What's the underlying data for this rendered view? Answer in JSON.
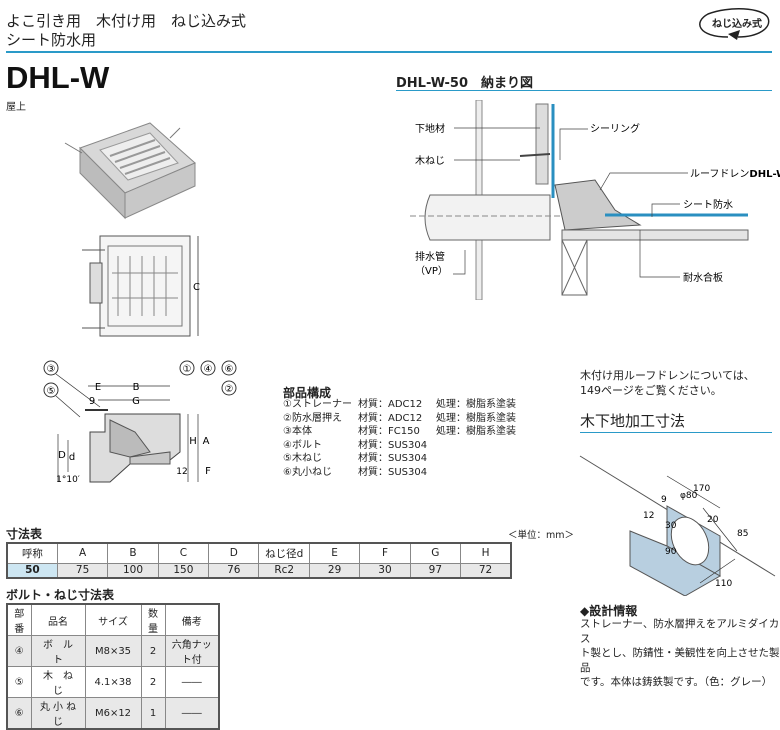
{
  "header": {
    "line1": "よこ引き用　木付け用　ねじ込み式",
    "line2": "シート防水用",
    "badge": "ねじ込み式",
    "model": "DHL-W",
    "location": "屋上"
  },
  "drawing_labels": {
    "C": "C",
    "B": "B",
    "E": "E",
    "G": "G",
    "nine": "9",
    "H": "H",
    "A": "A",
    "F": "F",
    "D": "D",
    "d": "d",
    "twelve": "12",
    "angle": "1°10′",
    "callouts": [
      "①",
      "②",
      "③",
      "④",
      "⑤",
      "⑥"
    ]
  },
  "parts": {
    "title": "部品構成",
    "items": [
      {
        "name": "①ストレーナー",
        "material": "材質：ADC12",
        "treatment": "処理：樹脂系塗装"
      },
      {
        "name": "②防水層押え",
        "material": "材質：ADC12",
        "treatment": "処理：樹脂系塗装"
      },
      {
        "name": "③本体",
        "material": "材質：FC150",
        "treatment": "処理：樹脂系塗装"
      },
      {
        "name": "④ボルト",
        "material": "材質：SUS304",
        "treatment": ""
      },
      {
        "name": "⑤木ねじ",
        "material": "材質：SUS304",
        "treatment": ""
      },
      {
        "name": "⑥丸小ねじ",
        "material": "材質：SUS304",
        "treatment": ""
      }
    ]
  },
  "installation": {
    "title": "DHL-W-50　納まり図",
    "labels": {
      "substrate": "下地材",
      "wood_screw": "木ねじ",
      "pipe": "排水管",
      "pipe_sub": "（VP）",
      "sealing": "シーリング",
      "drain_prefix": "ルーフドレン",
      "drain_model": "DHL-W",
      "sheet": "シート防水",
      "plywood": "耐水合板"
    }
  },
  "reference": {
    "line1": "木付け用ルーフドレンについては、",
    "line2": "149ページをご覧ください。"
  },
  "wood_base": {
    "title": "木下地加工寸法",
    "dims": {
      "w170": "170",
      "phi80": "φ80",
      "d9": "9",
      "d12": "12",
      "d30": "30",
      "d20": "20",
      "d90": "90",
      "d85": "85",
      "d110": "110"
    }
  },
  "design_info": {
    "title": "◆設計情報",
    "lines": [
      "ストレーナー、防水層押えをアルミダイカス",
      "ト製とし、防錆性・美観性を向上させた製品",
      "です。本体は鋳鉄製です。（色：グレー）"
    ]
  },
  "dim_table": {
    "title": "寸法表",
    "unit": "＜単位：mm＞",
    "headers": [
      "呼称",
      "A",
      "B",
      "C",
      "D",
      "ねじ径d",
      "E",
      "F",
      "G",
      "H"
    ],
    "row": [
      "50",
      "75",
      "100",
      "150",
      "76",
      "Rc2",
      "29",
      "30",
      "97",
      "72"
    ]
  },
  "bolt_table": {
    "title": "ボルト・ねじ寸法表",
    "headers": [
      "部番",
      "品名",
      "サイズ",
      "数量",
      "備考"
    ],
    "rows": [
      [
        "④",
        "ボ　ル　ト",
        "M8×35",
        "2",
        "六角ナット付"
      ],
      [
        "⑤",
        "木　ね　じ",
        "4.1×38",
        "2",
        "――"
      ],
      [
        "⑥",
        "丸 小 ね じ",
        "M6×12",
        "1",
        "――"
      ]
    ]
  },
  "colors": {
    "accent": "#2a9ac8",
    "highlight": "#cde6f2",
    "sheet": "#2a8fc0"
  }
}
